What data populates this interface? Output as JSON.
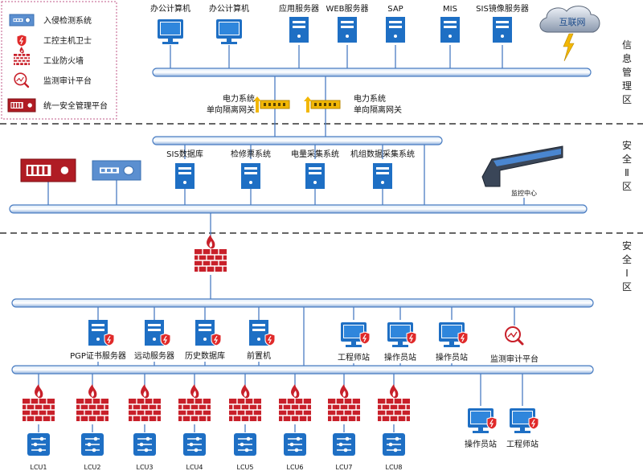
{
  "legend": [
    {
      "icon": "ids-device-icon",
      "label": "入侵检测系统"
    },
    {
      "icon": "host-guard-icon",
      "label": "工控主机卫士"
    },
    {
      "icon": "firewall-icon",
      "label": "工业防火墙"
    },
    {
      "icon": "audit-icon",
      "label": "监测审计平台"
    },
    {
      "icon": "mgmt-platform-icon",
      "label": "统一安全管理平台"
    }
  ],
  "zones": [
    {
      "id": "info",
      "label": "信息管理区"
    },
    {
      "id": "safe2",
      "label": "安全Ⅱ区"
    },
    {
      "id": "safe1",
      "label": "安全Ⅰ区"
    }
  ],
  "info_zone": {
    "nodes": [
      {
        "kind": "monitor",
        "label": "办公计算机"
      },
      {
        "kind": "monitor",
        "label": "办公计算机"
      },
      {
        "kind": "server",
        "label": "应用服务器"
      },
      {
        "kind": "server",
        "label": "WEB服务器"
      },
      {
        "kind": "server",
        "label": "SAP"
      },
      {
        "kind": "server",
        "label": "MIS"
      },
      {
        "kind": "server",
        "label": "SIS镜像服务器"
      }
    ],
    "internet_label": "互联网",
    "gateways": [
      {
        "label1": "电力系统",
        "label2": "单向隔离网关"
      },
      {
        "label1": "电力系统",
        "label2": "单向隔离网关"
      }
    ]
  },
  "safe2_zone": {
    "nodes": [
      {
        "kind": "server",
        "label": "SIS数据库"
      },
      {
        "kind": "server",
        "label": "检修票系统"
      },
      {
        "kind": "server",
        "label": "电量采集系统"
      },
      {
        "kind": "server",
        "label": "机组数据采集系统"
      }
    ],
    "monitor_center_label": "监控中心"
  },
  "safe1_zone": {
    "servers": [
      {
        "label": "PGP证书服务器"
      },
      {
        "label": "远动服务器"
      },
      {
        "label": "历史数据库"
      },
      {
        "label": "前置机"
      }
    ],
    "stations": [
      {
        "label": "工程师站"
      },
      {
        "label": "操作员站"
      },
      {
        "label": "操作员站"
      }
    ],
    "audit_label": "监测审计平台",
    "lcus": [
      "LCU1",
      "LCU2",
      "LCU3",
      "LCU4",
      "LCU5",
      "LCU6",
      "LCU7",
      "LCU8"
    ],
    "bottom_stations": [
      {
        "label": "操作员站"
      },
      {
        "label": "工程师站"
      }
    ]
  },
  "colors": {
    "bus": "#4a7dc2",
    "bus_light": "#c9dcf4",
    "icon_blue": "#1e6fc4",
    "firewall_red": "#c8202a",
    "guard_red": "#e02a2a",
    "gateway_yellow": "#f2b705",
    "zone_line": "#333333",
    "legend_border": "#c05a8a"
  }
}
